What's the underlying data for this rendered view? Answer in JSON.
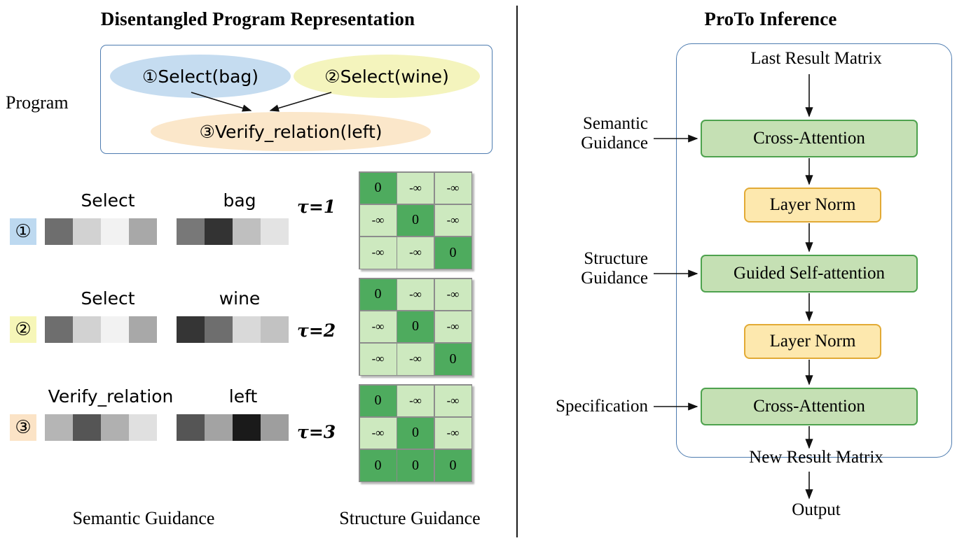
{
  "panels": {
    "left_title": "Disentangled Program Representation",
    "right_title": "ProTo Inference"
  },
  "program": {
    "label": "Program",
    "nodes": [
      {
        "id": "1",
        "text": "①Select(bag)",
        "color": "#c5dcf0"
      },
      {
        "id": "2",
        "text": "②Select(wine)",
        "color": "#f4f4bd"
      },
      {
        "id": "3",
        "text": "③Verify_relation(left)",
        "color": "#fbe7ca"
      }
    ],
    "edges": [
      "1 -> 3",
      "2 -> 3"
    ]
  },
  "semantic_guidance": {
    "caption": "Semantic Guidance",
    "rows": [
      {
        "index": "①",
        "index_bg": "#bdd9f0",
        "function_label": "Select",
        "argument_label": "bag",
        "function_bar": [
          "#6e6e6e",
          "#d2d2d2",
          "#f2f2f2",
          "#a8a8a8"
        ],
        "argument_bar": [
          "#787878",
          "#333333",
          "#bfbfbf",
          "#e3e3e3"
        ]
      },
      {
        "index": "②",
        "index_bg": "#f6f6b8",
        "function_label": "Select",
        "argument_label": "wine",
        "function_bar": [
          "#6e6e6e",
          "#d2d2d2",
          "#f2f2f2",
          "#a8a8a8"
        ],
        "argument_bar": [
          "#353535",
          "#6e6e6e",
          "#d9d9d9",
          "#c2c2c2"
        ]
      },
      {
        "index": "③",
        "index_bg": "#fbe3c6",
        "function_label": "Verify_relation",
        "argument_label": "left",
        "function_bar": [
          "#b5b5b5",
          "#555555",
          "#b0b0b0",
          "#e0e0e0"
        ],
        "argument_bar": [
          "#555555",
          "#a3a3a3",
          "#1a1a1a",
          "#9e9e9e"
        ]
      }
    ]
  },
  "structure_guidance": {
    "caption": "Structure Guidance",
    "zero_color": "#4eab5e",
    "neg_color": "#cde9bf",
    "zero_value": "0",
    "neg_value": "-∞",
    "matrices": [
      {
        "tau_label": "τ=1",
        "cells": [
          [
            "0",
            "-∞",
            "-∞"
          ],
          [
            "-∞",
            "0",
            "-∞"
          ],
          [
            "-∞",
            "-∞",
            "0"
          ]
        ]
      },
      {
        "tau_label": "τ=2",
        "cells": [
          [
            "0",
            "-∞",
            "-∞"
          ],
          [
            "-∞",
            "0",
            "-∞"
          ],
          [
            "-∞",
            "-∞",
            "0"
          ]
        ]
      },
      {
        "tau_label": "τ=3",
        "cells": [
          [
            "0",
            "-∞",
            "-∞"
          ],
          [
            "-∞",
            "0",
            "-∞"
          ],
          [
            "0",
            "0",
            "0"
          ]
        ]
      }
    ]
  },
  "proto": {
    "input_label": "Last Result Matrix",
    "output_matrix_label": "New Result Matrix",
    "output_label": "Output",
    "blocks": [
      {
        "label": "Cross-Attention",
        "kind": "green"
      },
      {
        "label": "Layer Norm",
        "kind": "yellow"
      },
      {
        "label": "Guided Self-attention",
        "kind": "green"
      },
      {
        "label": "Layer Norm",
        "kind": "yellow"
      },
      {
        "label": "Cross-Attention",
        "kind": "green"
      }
    ],
    "side_inputs": [
      {
        "line1": "Semantic",
        "line2": "Guidance"
      },
      {
        "line1": "Structure",
        "line2": "Guidance"
      },
      {
        "line1": "Specification",
        "line2": ""
      }
    ],
    "colors": {
      "green_fill": "#c5e0b4",
      "green_border": "#4ea24e",
      "yellow_fill": "#fde8ae",
      "yellow_border": "#e2aa35",
      "container_border": "#4e7cb0"
    }
  }
}
